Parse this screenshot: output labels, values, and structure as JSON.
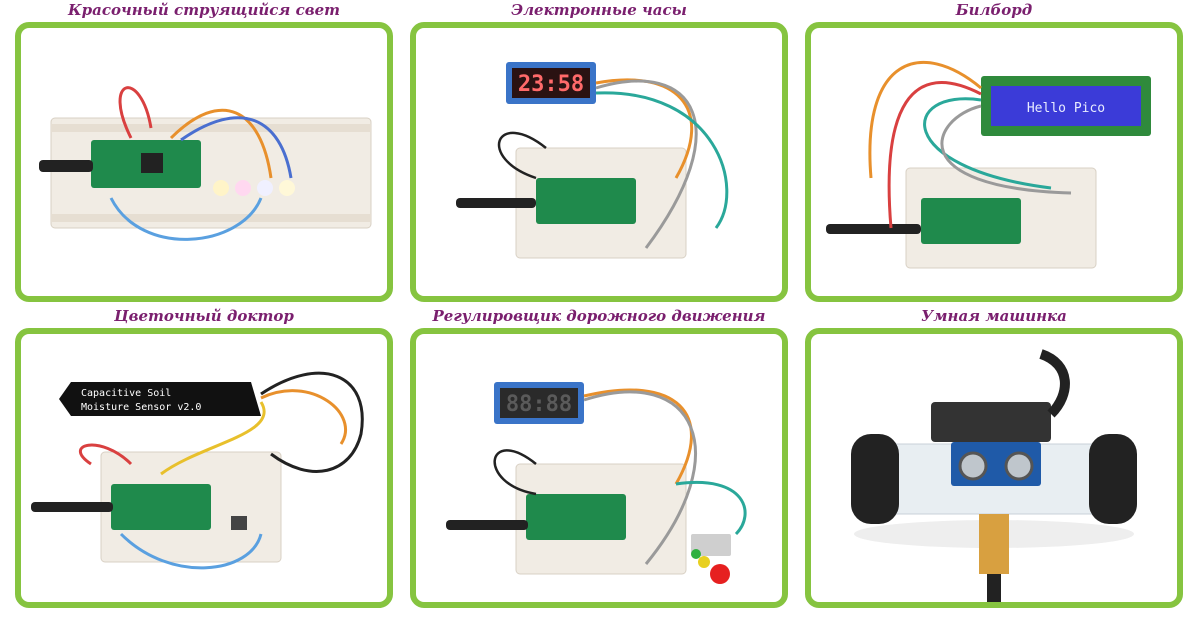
{
  "projects": [
    {
      "caption": "Красочный струящийся свет"
    },
    {
      "caption": "Электронные часы"
    },
    {
      "caption": "Билборд"
    },
    {
      "caption": "Цветочный доктор"
    },
    {
      "caption": "Регулировщик дорожного движения"
    },
    {
      "caption": "Умная машинка"
    }
  ],
  "displays": {
    "clock_digits": "23:58",
    "lcd_text": "Hello Pico",
    "traffic_digits": "88:88"
  },
  "labels": {
    "sensor_line1": "Capacitive  Soil",
    "sensor_line2": "Moisture Sensor v2.0"
  },
  "colors": {
    "frame_border": "#86c440",
    "caption_text": "#7a1f6e",
    "pico_board": "#1f8a4c",
    "breadboard": "#f1ece4"
  }
}
